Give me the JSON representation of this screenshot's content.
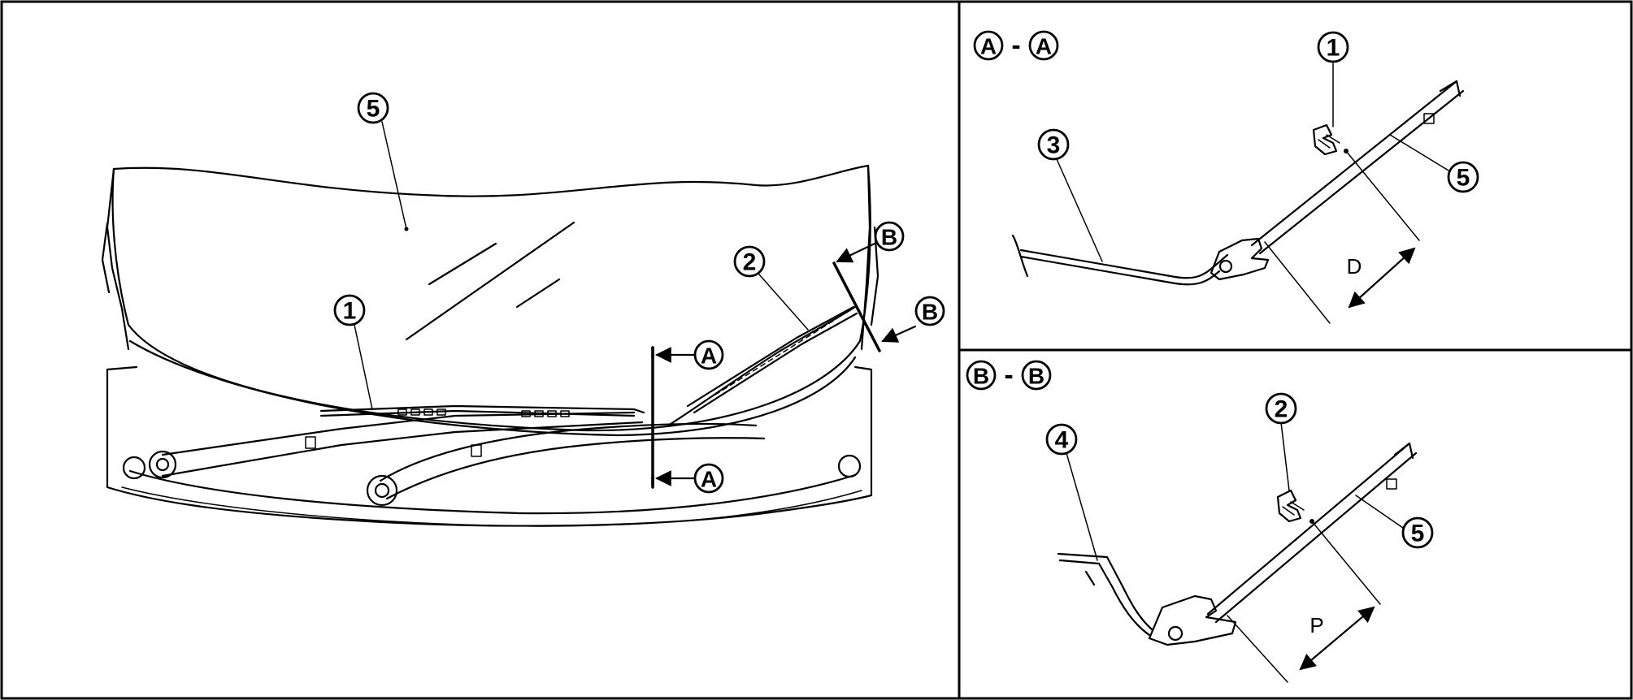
{
  "callouts": {
    "c1": "1",
    "c2": "2",
    "c3": "3",
    "c4": "4",
    "c5": "5"
  },
  "section_markers": {
    "a": "A",
    "b": "B"
  },
  "section_views": {
    "aa": {
      "left": "A",
      "sep": "-",
      "right": "A"
    },
    "bb": {
      "left": "B",
      "sep": "-",
      "right": "B"
    }
  },
  "dimensions": {
    "d": "D",
    "p": "P"
  }
}
